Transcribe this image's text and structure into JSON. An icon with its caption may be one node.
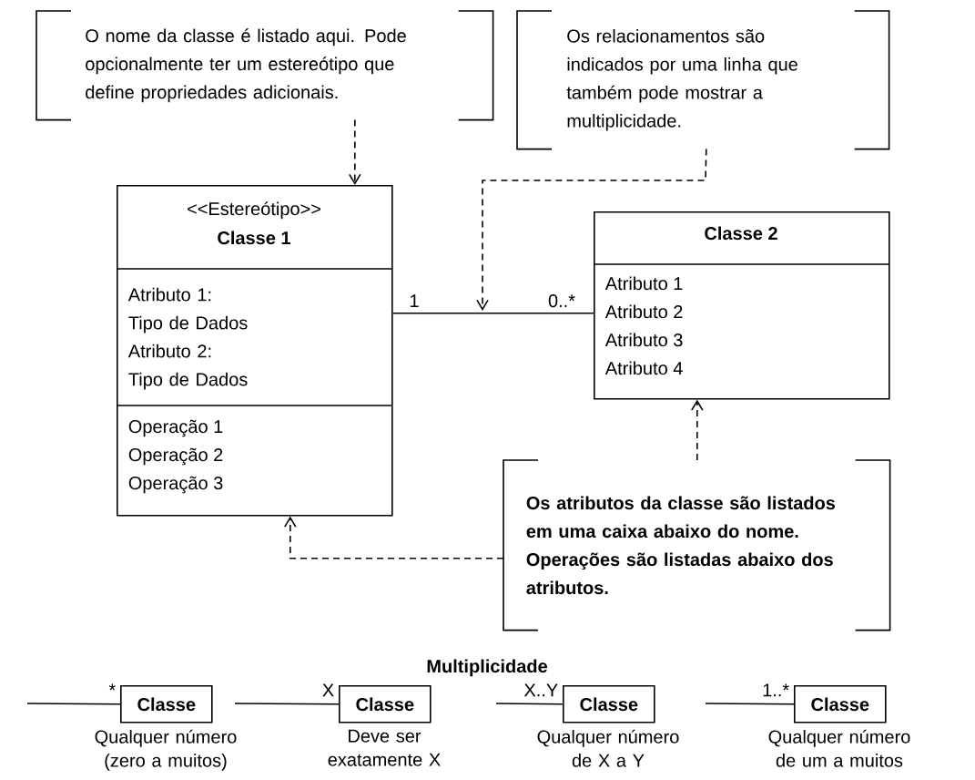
{
  "diagram": {
    "nodes": [
      {
        "text": [
          "O nome da classe é listado aqui. Pode opcionalmente ter um estereótipo que define propriedades adicionais."
        ]
      },
      {
        "text": [
          "Os relacionamentos são indicados por uma linha que também pode mostrar a multiplicidade."
        ]
      },
      {
        "text": [
          "<<Estereótipo>>",
          "Classe 1",
          "Atributo 1: Tipo de Dados",
          "Atributo 2: Tipo de Dados",
          "Operação 1",
          "Operação 2",
          "Operação 3"
        ]
      },
      {
        "text": [
          "Classe 2",
          "Atributo 1",
          "Atributo 2",
          "Atributo 3",
          "Atributo 4"
        ]
      },
      {
        "text": [
          "Os atributos da classe são listados em uma caixa abaixo do nome. Operações são listadas abaixo dos atributos."
        ]
      },
      {
        "text": [
          "Classe"
        ],
        "beside": [
          "Qualquer número (zero a muitos)"
        ]
      },
      {
        "text": [
          "Classe"
        ],
        "beside": [
          "Deve ser exatamente X"
        ]
      },
      {
        "text": [
          "Classe"
        ],
        "beside": [
          "Qualquer número de X a Y"
        ]
      },
      {
        "text": [
          "Classe"
        ],
        "beside": [
          "Qualquer número de um a muitos"
        ]
      }
    ],
    "edges": [
      {
        "from": 0,
        "to": 2,
        "arrow": "to",
        "style": "dashed"
      },
      {
        "from": 2,
        "to": 3,
        "arrow": "none"
      },
      {
        "from": 1,
        "to": null,
        "arrow": "to",
        "style": "dashed"
      },
      {
        "from": 4,
        "to": 3,
        "arrow": "to",
        "style": "dashed"
      },
      {
        "from": 4,
        "to": 2,
        "arrow": "to",
        "style": "dashed"
      },
      {
        "from": null,
        "to": 5,
        "arrow": "none",
        "label": "*"
      },
      {
        "from": null,
        "to": 6,
        "arrow": "none",
        "label": "X"
      },
      {
        "from": null,
        "to": 7,
        "arrow": "none",
        "label": "X..Y"
      },
      {
        "from": null,
        "to": 8,
        "arrow": "none",
        "label": "1..*"
      }
    ],
    "labels": [
      "1",
      "0..*",
      "Multiplicidade"
    ]
  }
}
